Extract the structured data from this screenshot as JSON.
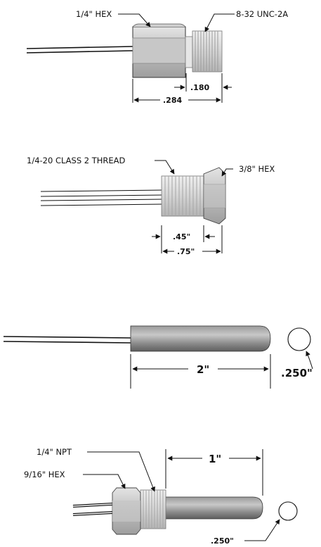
{
  "diagram_1": {
    "hex_label": "1/4\" HEX",
    "thread_label": "8-32 UNC-2A",
    "dim_small": ".180",
    "dim_total": ".284"
  },
  "diagram_2": {
    "thread_label": "1/4-20 CLASS 2 THREAD",
    "hex_label": "3/8\" HEX",
    "dim_small": ".45\"",
    "dim_total": ".75\""
  },
  "diagram_3": {
    "length_label": "2\"",
    "diameter_label": ".250\""
  },
  "diagram_4": {
    "npt_label": "1/4\" NPT",
    "hex_label": "9/16\" HEX",
    "length_label": "1\"",
    "diameter_label": ".250\""
  },
  "colors": {
    "line": "#111111",
    "metal_light": "#dcdcdc",
    "metal_mid": "#b9b9b9",
    "metal_dark": "#8f8f8f",
    "rod_light": "#c4c4c4",
    "rod_dark": "#6f6f6f"
  }
}
